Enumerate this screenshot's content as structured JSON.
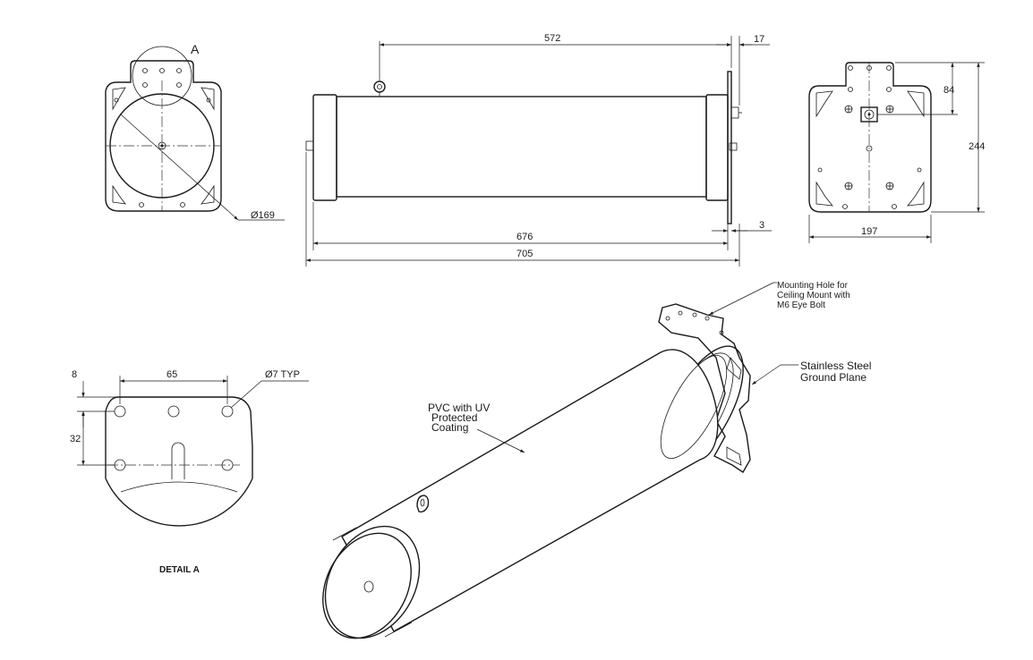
{
  "view_label_a": "A",
  "dimensions": {
    "d572": "572",
    "d17": "17",
    "d676": "676",
    "d705": "705",
    "d3": "3",
    "d169": "Ø169",
    "d84": "84",
    "d244": "244",
    "d197": "197",
    "d8": "8",
    "d65": "65",
    "d7typ": "Ø7 TYP",
    "d32": "32"
  },
  "callouts": {
    "mounting_hole": [
      "Mounting Hole for",
      "Ceiling Mount with",
      "M6 Eye Bolt"
    ],
    "ground_plane": [
      "Stainless Steel",
      "Ground Plane"
    ],
    "pvc": [
      "PVC with UV",
      "Protected",
      "Coating"
    ]
  },
  "detail_label": "DETAIL A"
}
